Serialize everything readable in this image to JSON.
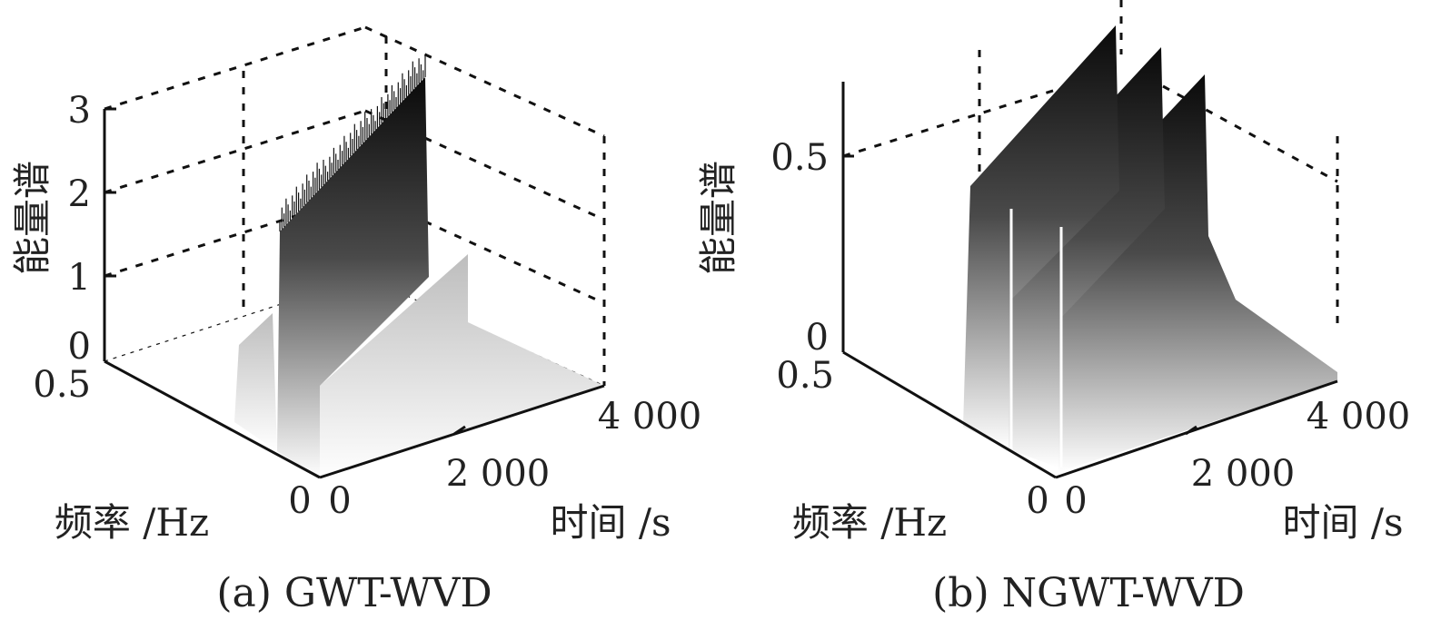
{
  "chart_data": [
    {
      "type": "surface-3d",
      "caption": "(a) GWT-WVD",
      "zlabel": "能量谱",
      "xlabel": "频率 /Hz",
      "ylabel": "时间 /s",
      "zticks": [
        "0",
        "1",
        "2",
        "3"
      ],
      "xticks": [
        "0",
        "0.5"
      ],
      "yticks": [
        "0",
        "2 000",
        "4 000"
      ],
      "zlim": [
        0,
        3
      ],
      "xlim": [
        0,
        0.5
      ],
      "ylim": [
        0,
        4000
      ],
      "ridges": [
        {
          "freq": 0.3,
          "peak": 2.6
        },
        {
          "freq": 0.1,
          "peak": 1.0
        }
      ],
      "grid": true
    },
    {
      "type": "surface-3d",
      "caption": "(b) NGWT-WVD",
      "zlabel": "能量谱",
      "xlabel": "频率 /Hz",
      "ylabel": "时间 /s",
      "zticks": [
        "0",
        "0.5"
      ],
      "xticks": [
        "0",
        "0.5"
      ],
      "yticks": [
        "0",
        "2 000",
        "4 000"
      ],
      "zlim": [
        0,
        0.7
      ],
      "xlim": [
        0,
        0.5
      ],
      "ylim": [
        0,
        4000
      ],
      "ridges": [
        {
          "freq": 0.4,
          "peak": 0.7
        },
        {
          "freq": 0.25,
          "peak": 0.68
        },
        {
          "freq": 0.1,
          "peak": 0.66
        }
      ],
      "grid": true
    }
  ]
}
